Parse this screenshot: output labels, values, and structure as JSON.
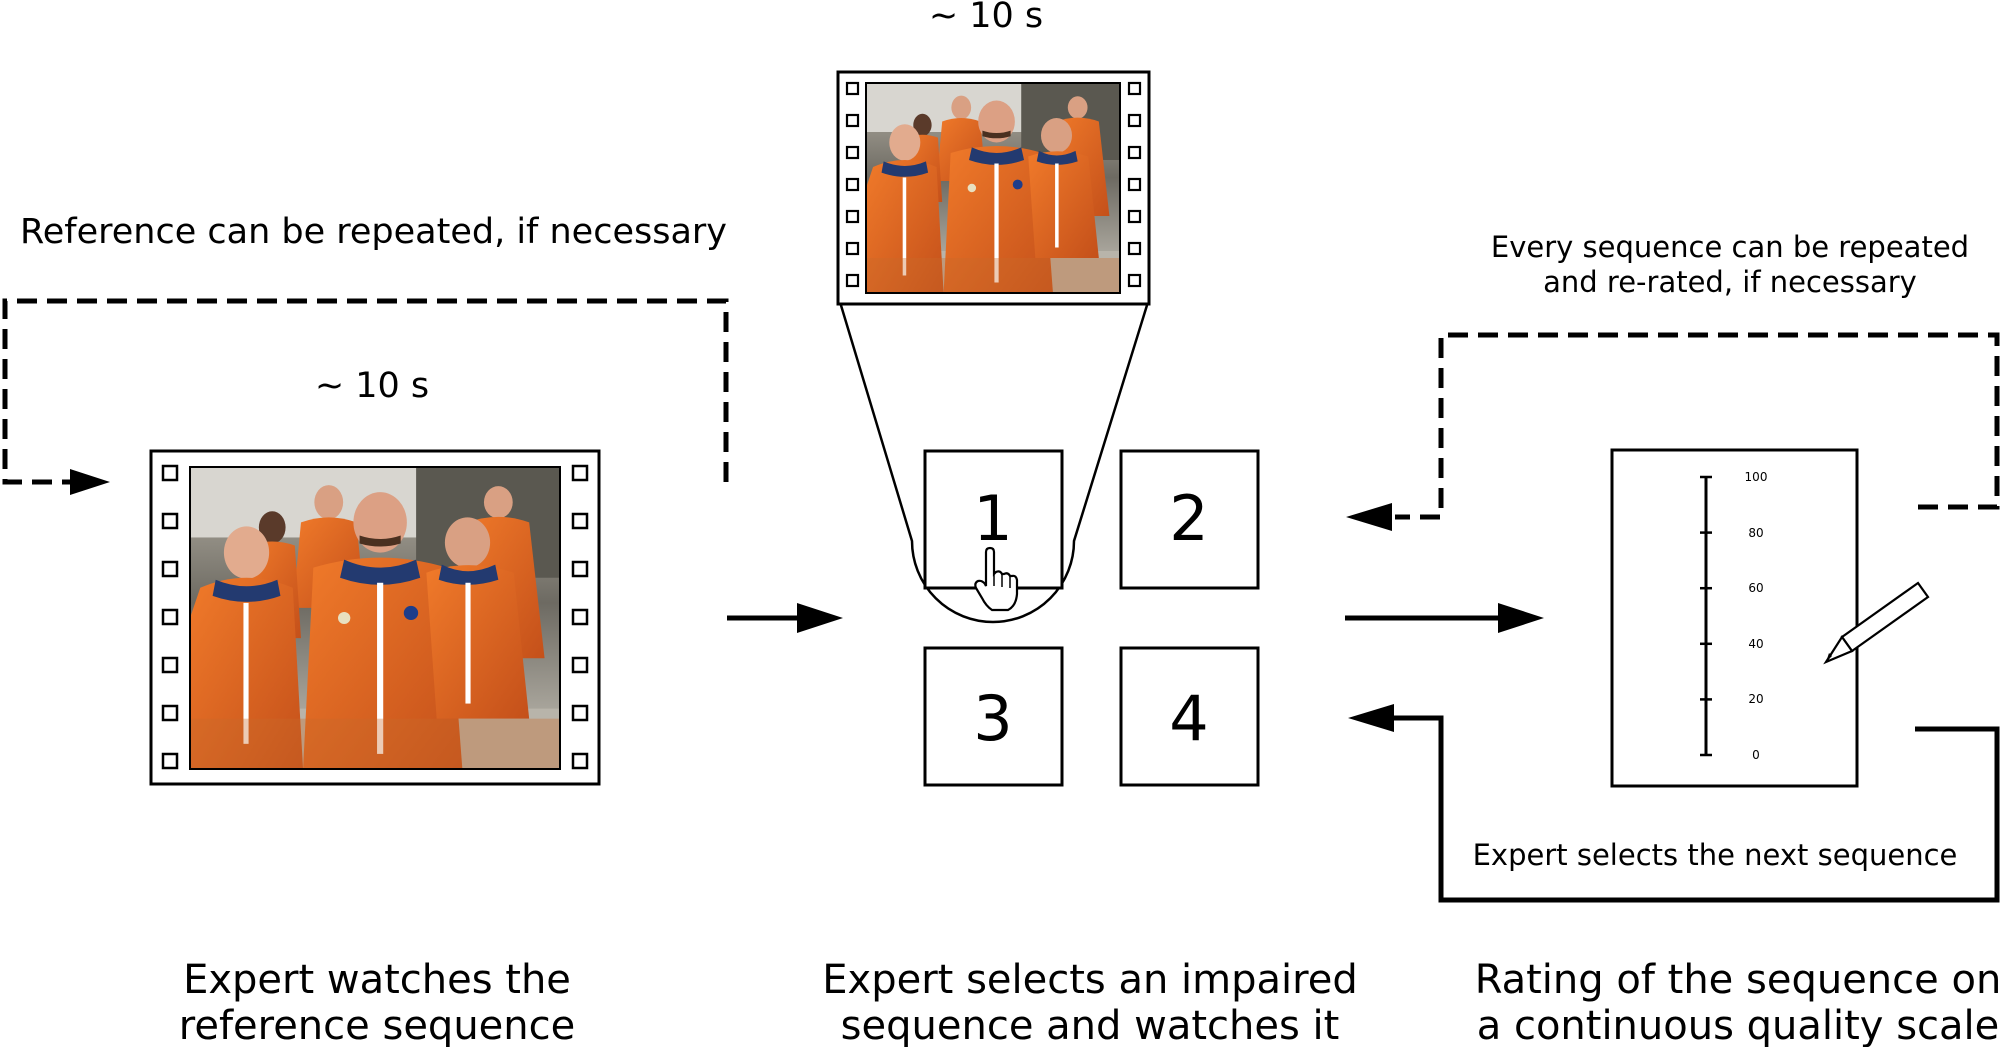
{
  "reference": {
    "duration": "~ 10 s",
    "repeat_note": "Reference can be repeated, if necessary",
    "caption_line1": "Expert watches the",
    "caption_line2": "reference sequence"
  },
  "selection": {
    "duration": "~ 10 s",
    "tiles": [
      "1",
      "2",
      "3",
      "4"
    ],
    "selected_tile": "1",
    "caption_line1": "Expert selects an impaired",
    "caption_line2": "sequence and watches it"
  },
  "rating": {
    "repeat_note_line1": "Every sequence can be repeated",
    "repeat_note_line2": "and re-rated, if necessary",
    "next_note": "Expert selects the next sequence",
    "scale_ticks": [
      "100",
      "80",
      "60",
      "40",
      "20",
      "0"
    ],
    "caption_line1": "Rating of the sequence on",
    "caption_line2": "a continuous quality scale"
  },
  "icons": [
    "film-strip-icon",
    "hand-cursor-icon",
    "pencil-icon",
    "arrow-icon"
  ]
}
